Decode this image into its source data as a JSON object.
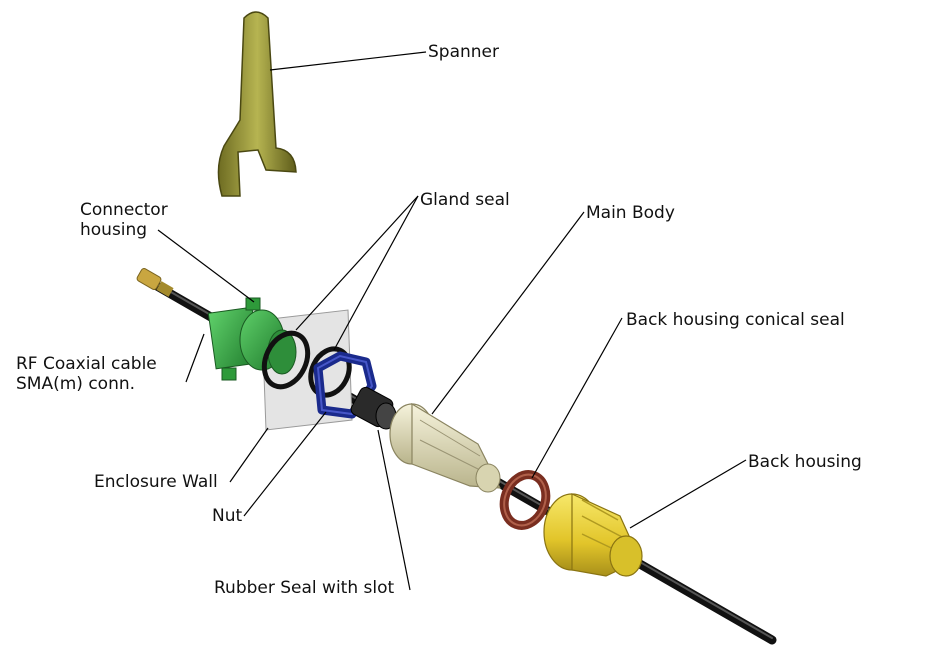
{
  "labels": {
    "spanner": "Spanner",
    "connector_housing_line1": "Connector",
    "connector_housing_line2": "housing",
    "gland_seal": "Gland seal",
    "main_body": "Main Body",
    "back_housing_conical_seal": "Back housing conical seal",
    "rf_cable_line1": "RF Coaxial cable",
    "rf_cable_line2": "SMA(m) conn.",
    "back_housing": "Back housing",
    "enclosure_wall": "Enclosure Wall",
    "nut": "Nut",
    "rubber_seal": "Rubber Seal with slot"
  },
  "colors": {
    "spanner": "#9c9a3a",
    "connector_housing": "#3aa64a",
    "nut": "#1a2a8c",
    "main_body": "#e6e2c0",
    "conical_seal": "#8a3a2a",
    "back_housing": "#e8d23a",
    "cable": "#111111",
    "sma_connector": "#c9a640",
    "enclosure_wall": "#d8d8d8"
  }
}
